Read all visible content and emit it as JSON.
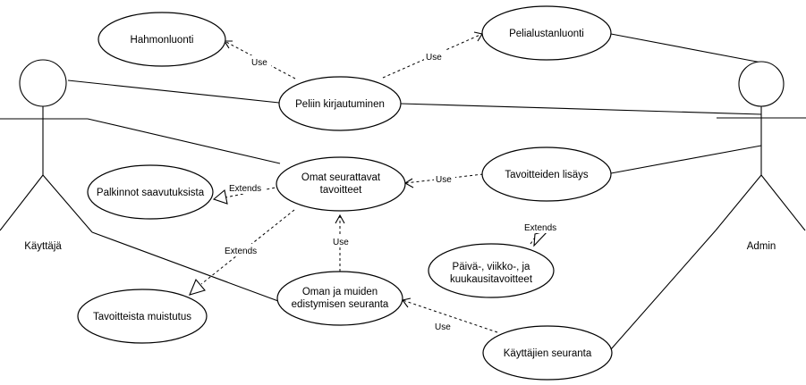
{
  "actors": {
    "left": "Käyttäjä",
    "right": "Admin"
  },
  "use_cases": {
    "hahmonluonti": "Hahmonluonti",
    "pelialustanluonti": "Pelialustanluonti",
    "kirjautuminen": "Peliin kirjautuminen",
    "omat_line1": "Omat seurattavat",
    "omat_line2": "tavoitteet",
    "palkinnot": "Palkinnot saavutuksista",
    "tavoitteiden_lisays": "Tavoitteiden lisäys",
    "paiva_line1": "Päivä-, viikko-, ja",
    "paiva_line2": "kuukausitavoitteet",
    "muistutus": "Tavoitteista muistutus",
    "oman_line1": "Oman ja muiden",
    "oman_line2": "edistymisen seuranta",
    "kayttajien_seuranta": "Käyttäjien seuranta"
  },
  "relations": {
    "use_hahmo": "Use",
    "use_peli": "Use",
    "use_lisays": "Use",
    "use_oman": "Use",
    "use_kayttajien": "Use",
    "extends_palkinnot": "Extends",
    "extends_muistutus": "Extends",
    "extends_paiva": "Extends"
  }
}
